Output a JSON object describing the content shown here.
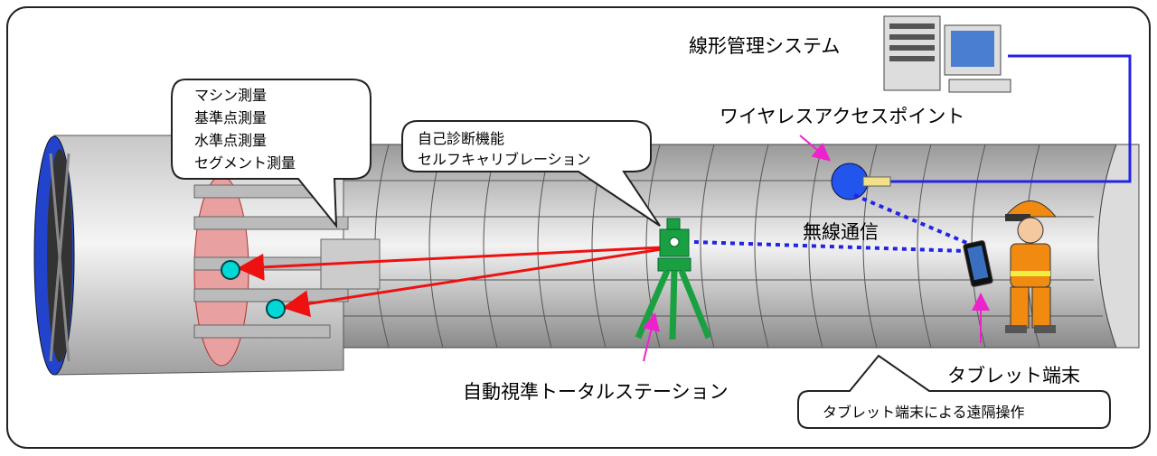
{
  "labels": {
    "system": "線形管理システム",
    "access_point": "ワイヤレスアクセスポイント",
    "wireless": "無線通信",
    "total_station": "自動視準トータルステーション",
    "tablet": "タブレット端末"
  },
  "callouts": {
    "survey": [
      "マシン測量",
      "基準点測量",
      "水準点測量",
      "セグメント測量"
    ],
    "diagnosis": [
      "自己診断機能",
      "セルフキャリブレーション"
    ],
    "remote": "タブレット端末による遠隔操作"
  },
  "colors": {
    "link": "#2323e6",
    "arrow": "#ee1111",
    "pointer": "#ee22cc",
    "target": "#00d8d8",
    "station": "#1aa040",
    "worker": "#f08a10"
  }
}
